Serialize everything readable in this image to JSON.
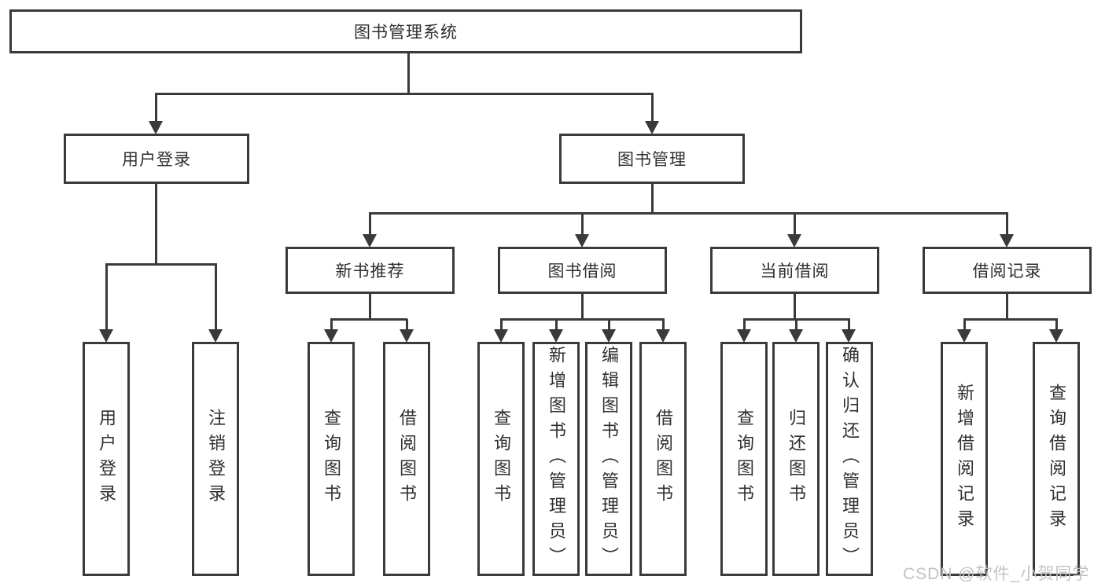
{
  "diagram": {
    "root": {
      "label": "图书管理系统"
    },
    "level2": [
      {
        "label": "用户登录"
      },
      {
        "label": "图书管理"
      }
    ],
    "level3": [
      {
        "label": "新书推荐"
      },
      {
        "label": "图书借阅"
      },
      {
        "label": "当前借阅"
      },
      {
        "label": "借阅记录"
      }
    ],
    "leaves": {
      "user_login": [
        {
          "label": "用户登录"
        },
        {
          "label": "注销登录"
        }
      ],
      "new_book": [
        {
          "label": "查询图书"
        },
        {
          "label": "借阅图书"
        }
      ],
      "book_borrow": [
        {
          "label": "查询图书"
        },
        {
          "label": "新增图书（管理员）"
        },
        {
          "label": "编辑图书（管理员）"
        },
        {
          "label": "借阅图书"
        }
      ],
      "current_borrow": [
        {
          "label": "查询图书"
        },
        {
          "label": "归还图书"
        },
        {
          "label": "确认归还（管理员）"
        }
      ],
      "borrow_record": [
        {
          "label": "新增借阅记录"
        },
        {
          "label": "查询借阅记录"
        }
      ]
    }
  },
  "watermark": {
    "text": "CSDN @软件_小贺同学"
  },
  "colors": {
    "line": "#3a3a3a",
    "text": "#2f2f2f",
    "background": "#ffffff",
    "watermark": "#c3c3c3"
  }
}
